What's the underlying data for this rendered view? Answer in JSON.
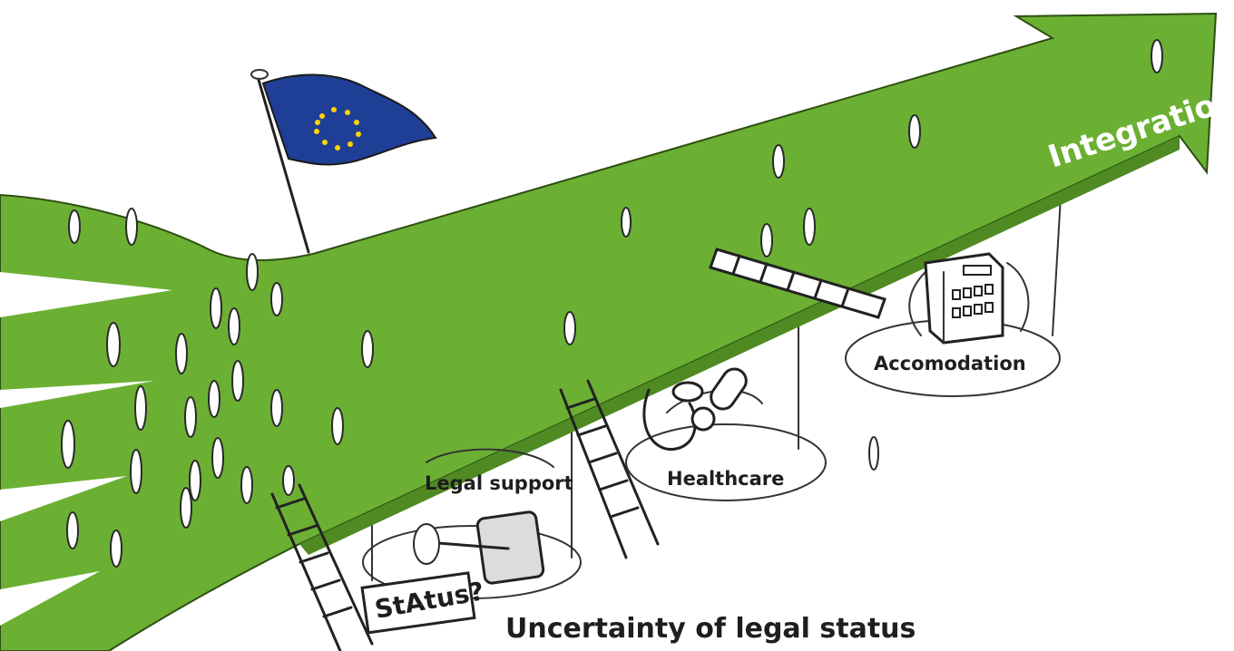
{
  "labels": {
    "integration": "Integration",
    "legal_support": "Legal support",
    "healthcare": "Healthcare",
    "accomodation": "Accomodation",
    "status_sign": "StAtus?",
    "caption": "Uncertainty of legal status"
  },
  "colors": {
    "arrow_green": "#6cb033",
    "arrow_dark": "#4f8a22",
    "flag_blue": "#1f3f96",
    "flag_star": "#ffd400",
    "ink": "#222222"
  },
  "icons": [
    "eu-flag-icon",
    "gavel-icon",
    "stethoscope-icon",
    "pill-icon",
    "building-icon",
    "ladder-icon",
    "person-icon"
  ]
}
